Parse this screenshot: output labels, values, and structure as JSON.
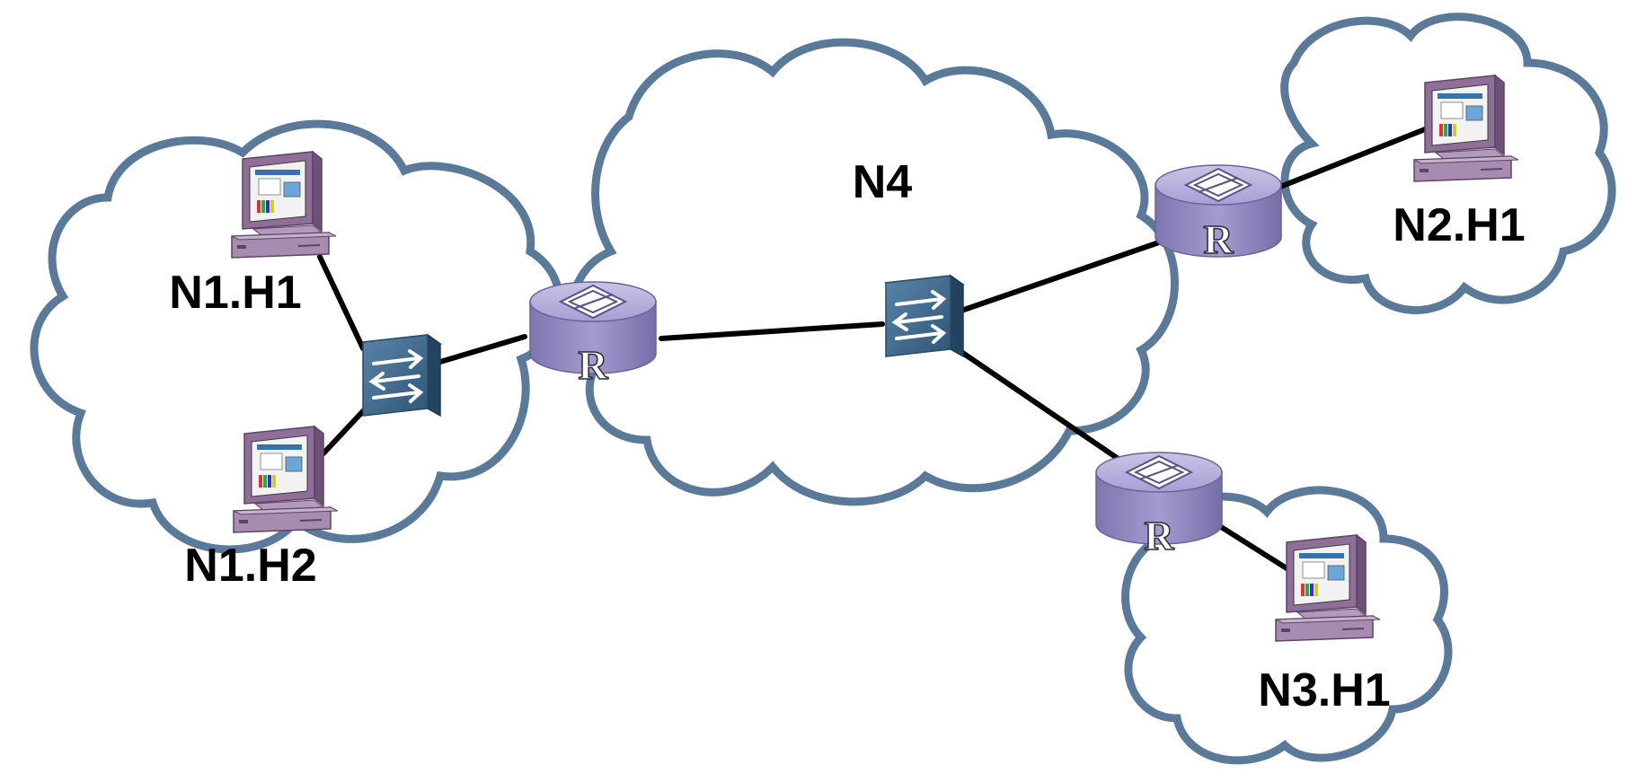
{
  "diagram": {
    "labels": {
      "n1_h1": "N1.H1",
      "n1_h2": "N1.H2",
      "n4": "N4",
      "n2_h1": "N2.H1",
      "n3_h1": "N3.H1"
    },
    "router_symbol": "R",
    "colors": {
      "cloud_outline": "#5b7a99",
      "router_fill": "#9b93c6",
      "switch_fill": "#3f6a90",
      "link": "#000000",
      "host_fill": "#9a7aa0"
    }
  }
}
